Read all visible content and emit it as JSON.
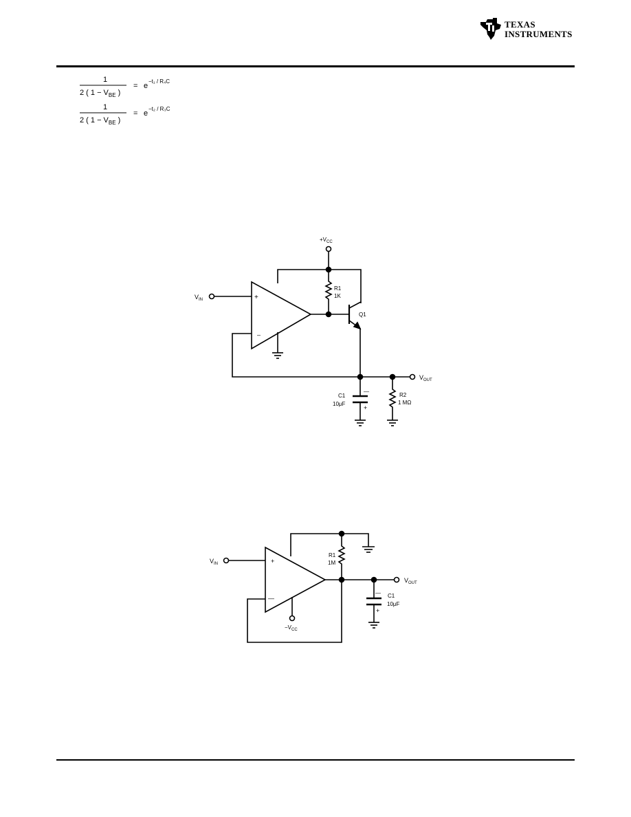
{
  "header": {
    "logo": {
      "line1": "TEXAS",
      "line2": "INSTRUMENTS"
    }
  },
  "equations": [
    {
      "num": "1",
      "den_left": "2 ( 1 − V",
      "den_sub": "BE",
      "den_right": " )",
      "eq": "=",
      "base": "e",
      "exp": "−t₁ / R₄C"
    },
    {
      "num": "1",
      "den_left": "2 ( 1 − V",
      "den_sub": "BE",
      "den_right": " )",
      "eq": "=",
      "base": "e",
      "exp": "−t₂ / R₃C"
    }
  ],
  "circuit1": {
    "vcc": {
      "main": "+V",
      "sub": "CC"
    },
    "vin": {
      "main": "V",
      "sub": "IN"
    },
    "plus": "+",
    "minus": "–",
    "r1": {
      "name": "R1",
      "value": "1K"
    },
    "q1": "Q1",
    "c1": {
      "name": "C1",
      "value": "10μF",
      "minus": "—",
      "plus": "+"
    },
    "r2": {
      "name": "R2",
      "value": "1 MΩ"
    },
    "vout": {
      "main": "V",
      "sub": "OUT"
    }
  },
  "circuit2": {
    "vin": {
      "main": "V",
      "sub": "IN"
    },
    "plus": "+",
    "minus": "—",
    "r1": {
      "name": "R1",
      "value": "1M"
    },
    "c1": {
      "name": "C1",
      "value": "10μF",
      "minus": "—",
      "plus": "+"
    },
    "vout": {
      "main": "V",
      "sub": "OUT"
    },
    "vcc": {
      "main": "−V",
      "sub": "CC"
    }
  }
}
